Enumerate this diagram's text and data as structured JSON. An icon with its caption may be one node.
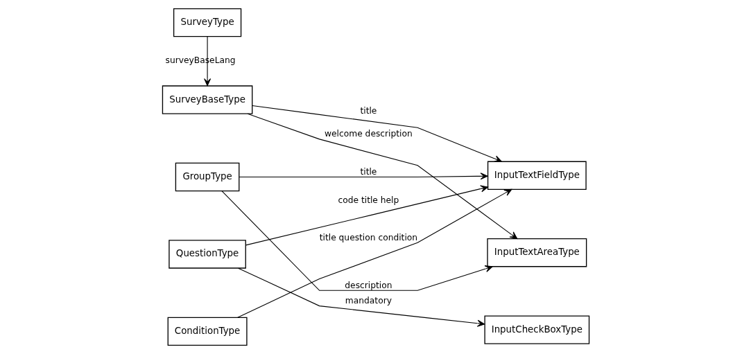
{
  "diagram": {
    "nodes": [
      {
        "text": [
          "SurveyType"
        ]
      },
      {
        "text": [
          "InputTextFieldType"
        ]
      },
      {
        "text": [
          "SurveyBaseType"
        ]
      },
      {
        "text": [
          "InputTextAreaType"
        ]
      },
      {
        "text": [
          "GroupType"
        ]
      },
      {
        "text": [
          "InputCheckBoxType"
        ]
      },
      {
        "text": [
          "QuestionType"
        ]
      },
      {
        "text": [
          "ConditionType"
        ]
      }
    ],
    "edges": [
      {
        "from": 0,
        "to": 2,
        "arrow": "to",
        "label": "surveyBaseLang"
      },
      {
        "from": 2,
        "to": 1,
        "arrow": "to",
        "label": "title"
      },
      {
        "from": 2,
        "to": 3,
        "arrow": "to",
        "label": "welcome description"
      },
      {
        "from": 4,
        "to": 3,
        "arrow": "to",
        "label": "description"
      },
      {
        "from": 4,
        "to": 1,
        "arrow": "to",
        "label": "title"
      },
      {
        "from": 6,
        "to": 5,
        "arrow": "to",
        "label": "mandatory"
      },
      {
        "from": 6,
        "to": 1,
        "arrow": "to",
        "label": "code title help"
      },
      {
        "from": 7,
        "to": 1,
        "arrow": "to",
        "label": "title question condition"
      }
    ]
  }
}
